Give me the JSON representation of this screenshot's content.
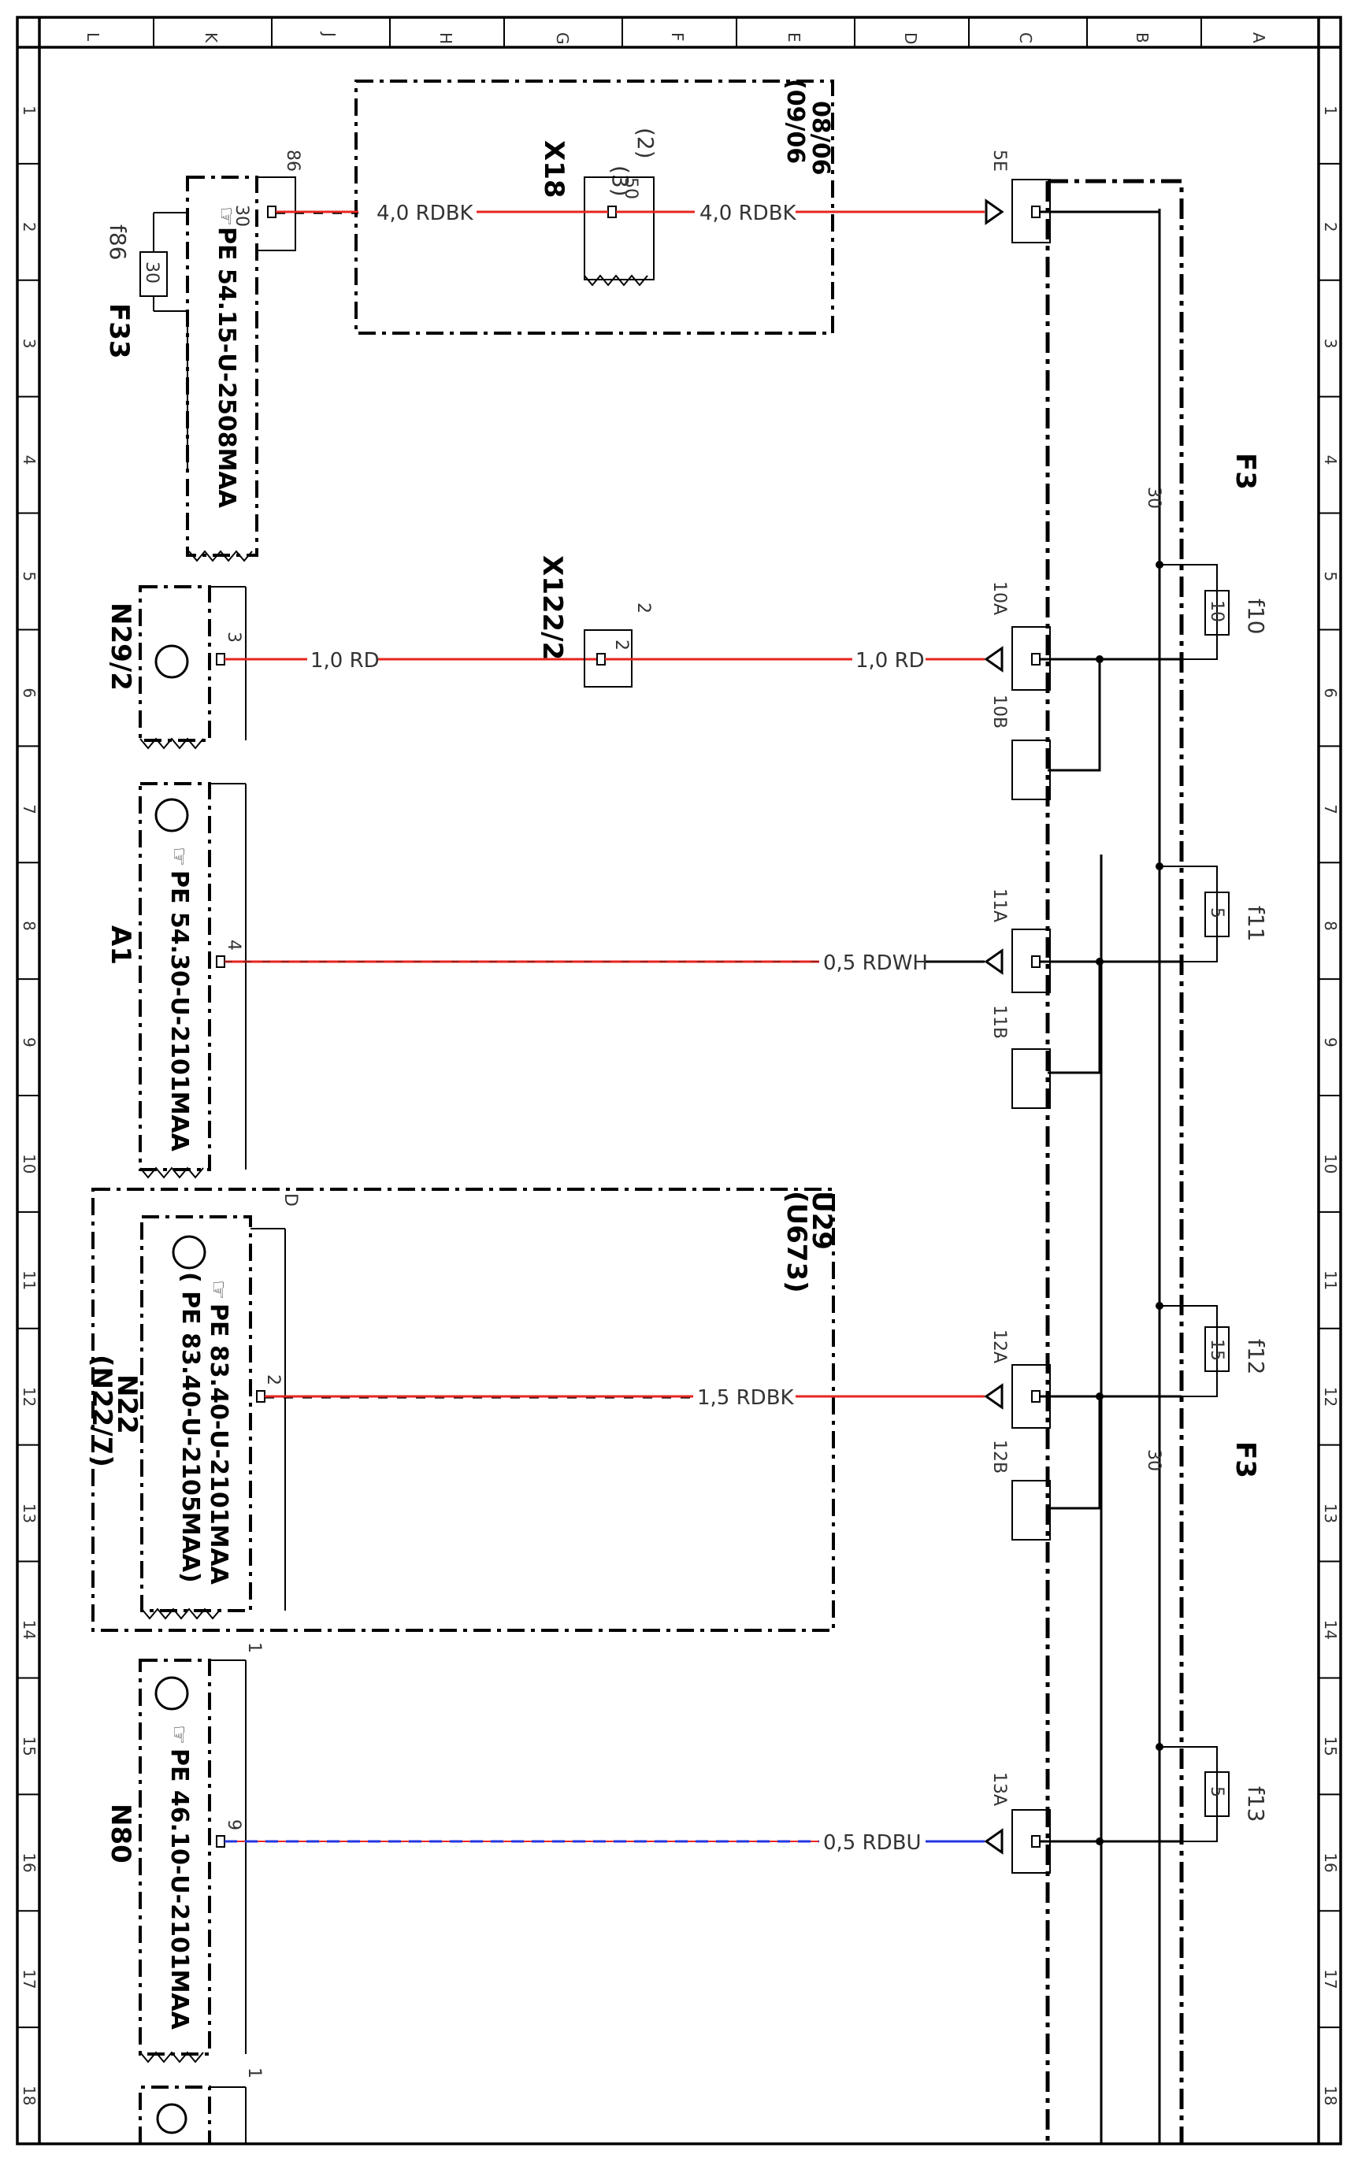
{
  "grid": {
    "top_letters": [
      "L",
      "K",
      "J",
      "H",
      "G",
      "F",
      "E",
      "D",
      "C",
      "B",
      "A"
    ],
    "side_numbers": [
      "1",
      "2",
      "3",
      "4",
      "5",
      "6",
      "7",
      "8",
      "9",
      "10",
      "11",
      "12",
      "13",
      "14",
      "15",
      "16",
      "17",
      "18"
    ]
  },
  "fuse_block": {
    "label_top": "F3",
    "label_bottom": "F3",
    "bus_label_top": "30",
    "bus_label_bottom": "30"
  },
  "circuits": [
    {
      "pin_left": "30",
      "wire_outer_left": "4,0 RDBK",
      "wire_outer_right": "4,0 RDBK",
      "terminal": "5E",
      "fuse": null
    },
    {
      "pin_left": "3",
      "wire_outer_left": "1,0 RD",
      "wire_outer_right": "1,0 RD",
      "terminal": "10A",
      "terminal_b": "10B",
      "fuse": "f10",
      "fuse_value": "10"
    },
    {
      "pin_left": "4",
      "wire": "0,5 RDWH",
      "terminal": "11A",
      "terminal_b": "11B",
      "fuse": "f11",
      "fuse_value": "5"
    },
    {
      "pin_left": "2",
      "wire": "1,5 RDBK",
      "terminal": "12A",
      "terminal_b": "12B",
      "fuse": "f12",
      "fuse_value": "15"
    },
    {
      "pin_left": "9",
      "wire": "0,5 RDBU",
      "terminal": "13A",
      "fuse": "f13",
      "fuse_value": "5"
    }
  ],
  "x18": {
    "name": "X18",
    "pin": "50",
    "alt_top": "(2)",
    "alt_bottom": "(3)",
    "date_a": "08/06",
    "date_b": "(09/06"
  },
  "x122": {
    "name": "X122/2",
    "pin": "2",
    "pin_inner": "2"
  },
  "f33": {
    "name": "F33",
    "fuse_tag": "f86",
    "fuse_value": "30",
    "pin_top": "86",
    "pe": "PE  54.15-U-2508MAA"
  },
  "n29": {
    "name": "N29/2"
  },
  "a1": {
    "name": "A1",
    "pe": "PE  54.30-U-2101MAA"
  },
  "u29": {
    "name_a": "U29",
    "name_b": "(U673)",
    "pin_d": "D"
  },
  "n22": {
    "name_a": "N22",
    "name_b": "(N22/7)",
    "pe_a": "PE  83.40-U-2101MAA",
    "pe_b": "(    PE  83.40-U-2105MAA)"
  },
  "n80": {
    "name": "N80",
    "pe": "PE  46.10-U-2101MAA",
    "pin_top": "1"
  },
  "bottom_stub": {
    "pin_top": "1"
  },
  "colors": {
    "red": "#e8241f",
    "blue": "#2236e0",
    "black": "#000000"
  }
}
